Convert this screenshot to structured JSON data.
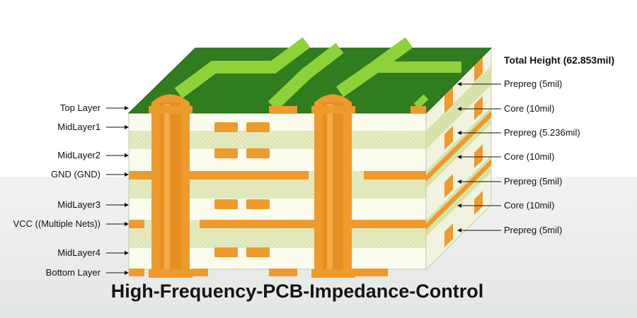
{
  "diagram": {
    "left_labels": [
      "Top Layer",
      "MidLayer1",
      "MidLayer2",
      "GND (GND)",
      "MidLayer3",
      "VCC ((Multiple Nets))",
      "MidLayer4",
      "Bottom Layer"
    ],
    "total_height": "Total Height (62.853mil)",
    "right_labels": [
      "Prepreg (5mil)",
      "Core (10mil)",
      "Prepreg (5.236mil)",
      "Core (10mil)",
      "Prepreg (5mil)",
      "Core (10mil)",
      "Prepreg (5mil)"
    ],
    "caption": "High-Frequency-PCB-Impedance-Control"
  },
  "colors": {
    "solder_mask": "#2f7d1e",
    "trace_top": "#8ed23a",
    "copper": "#ee9a2c",
    "core": "#fbfbef",
    "prepreg": "#e4ebc2",
    "side_face": "#dfe6b3",
    "label_text": "#111111"
  }
}
